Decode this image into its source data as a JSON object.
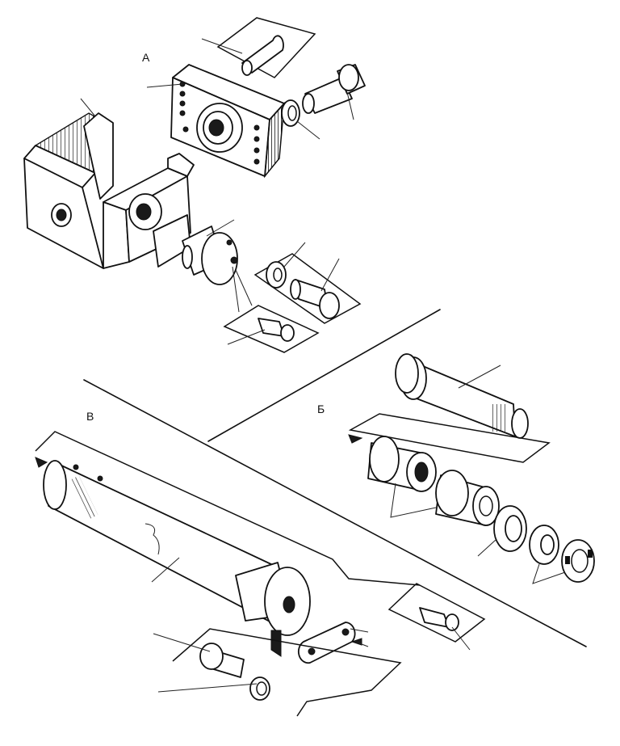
{
  "labels": {
    "section_a": "А",
    "section_b": "Б",
    "section_v": "В"
  }
}
